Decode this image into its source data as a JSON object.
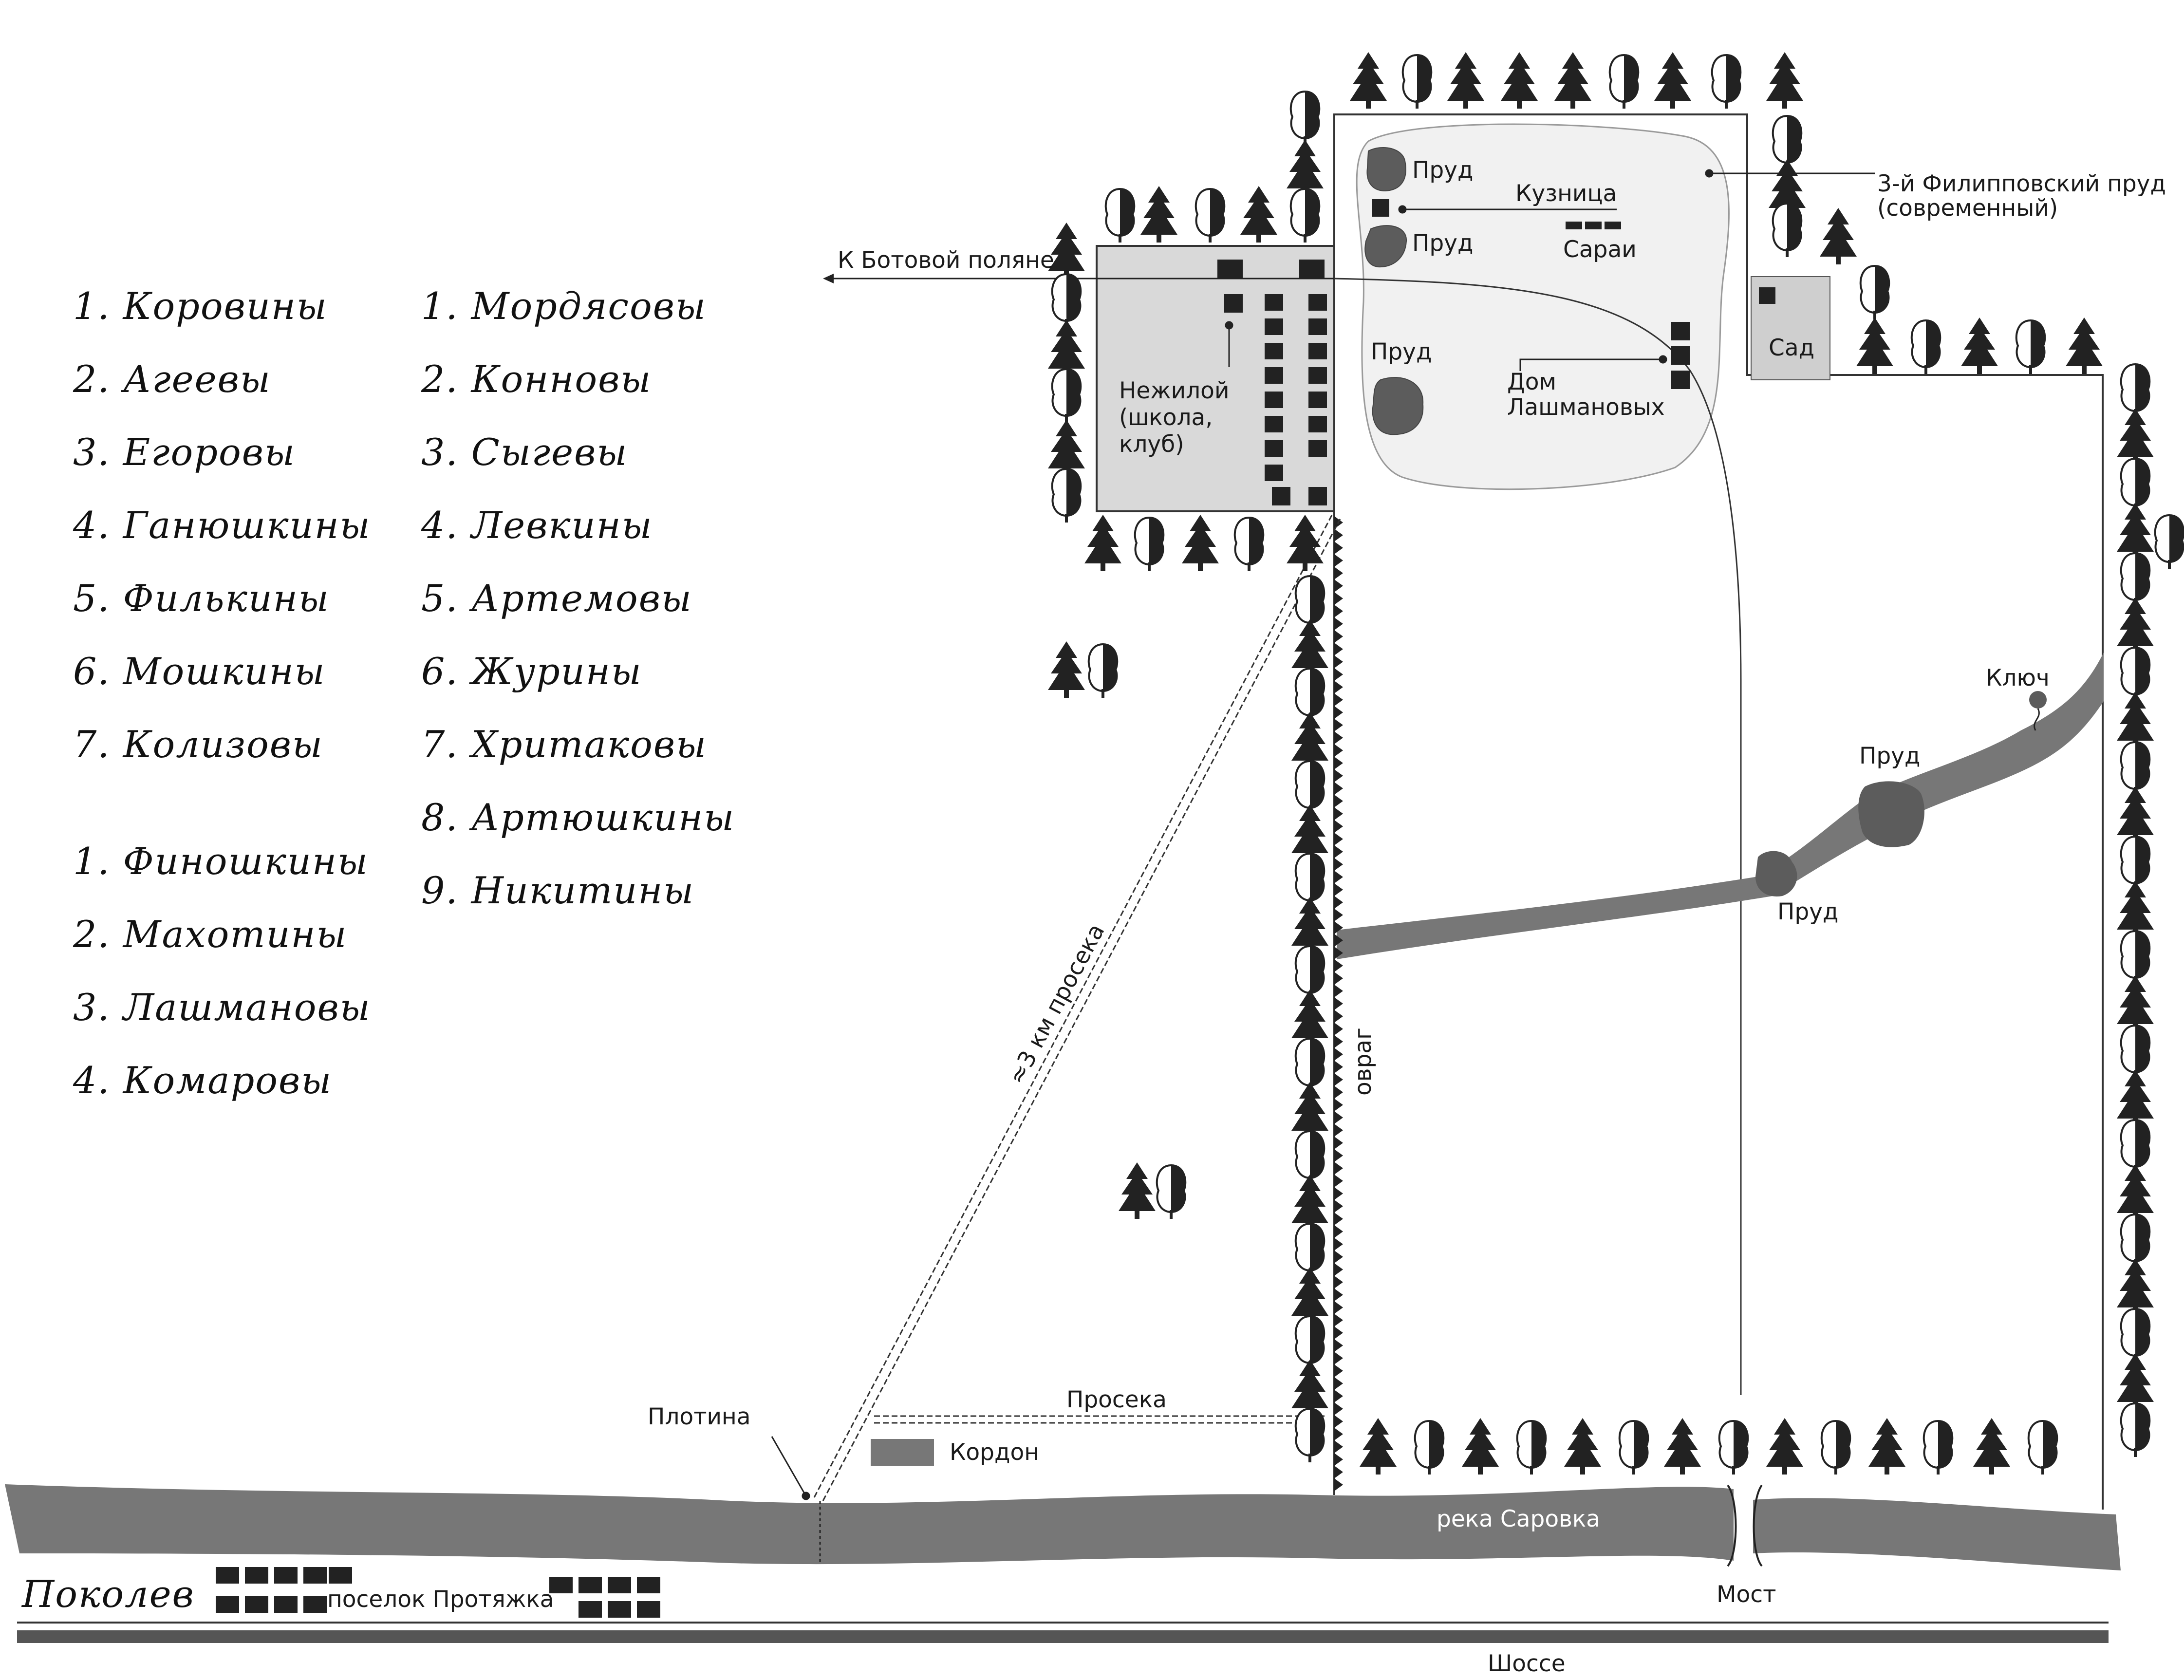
{
  "colors": {
    "water": "#777777",
    "pond": "#5c5c5c",
    "village_block": "#d9d9d9",
    "garden": "#cfcfcf",
    "pond_area": "#f1f1f1",
    "building": "#222222",
    "line": "#222222"
  },
  "icons": [
    "conifer-tree-icon",
    "deciduous-tree-icon",
    "building-icon",
    "ravine-edge-icon"
  ],
  "labels": {
    "pond": "Пруд",
    "smithy": "Кузница",
    "sheds": "Сараи",
    "third_pond": "3-й Филипповский пруд",
    "third_pond_note": "(современный)",
    "garden": "Сад",
    "to_botova": "К Ботовой поляне",
    "uninhabited_1": "Нежилой",
    "uninhabited_2": "(школа,",
    "uninhabited_3": "клуб)",
    "lashmanov_1": "Дом",
    "lashmanov_2": "Лашмановых",
    "spring": "Ключ",
    "ravine": "овраг",
    "clearing_3km": "≈3 км просека",
    "clearing": "Просека",
    "dam": "Плотина",
    "cordon": "Кордон",
    "river": "река Саровка",
    "bridge": "Мост",
    "village": "поселок Протяжка",
    "highway": "Шоссе",
    "signature": "Поколев"
  },
  "families": {
    "col1a": [
      "1. Коровины",
      "2. Агеевы",
      "3. Егоровы",
      "4. Ганюшкины",
      "5. Филькины",
      "6. Мошкины",
      "7. Колизовы"
    ],
    "col1b": [
      "1. Финошкины",
      "2. Махотины",
      "3. Лашмановы",
      "4. Комаровы"
    ],
    "col2": [
      "1. Мордясовы",
      "2. Конновы",
      "3. Сыгевы",
      "4. Левкины",
      "5. Артемовы",
      "6. Журины",
      "7. Хритаковы",
      "8. Артюшкины",
      "9. Никитины"
    ]
  }
}
